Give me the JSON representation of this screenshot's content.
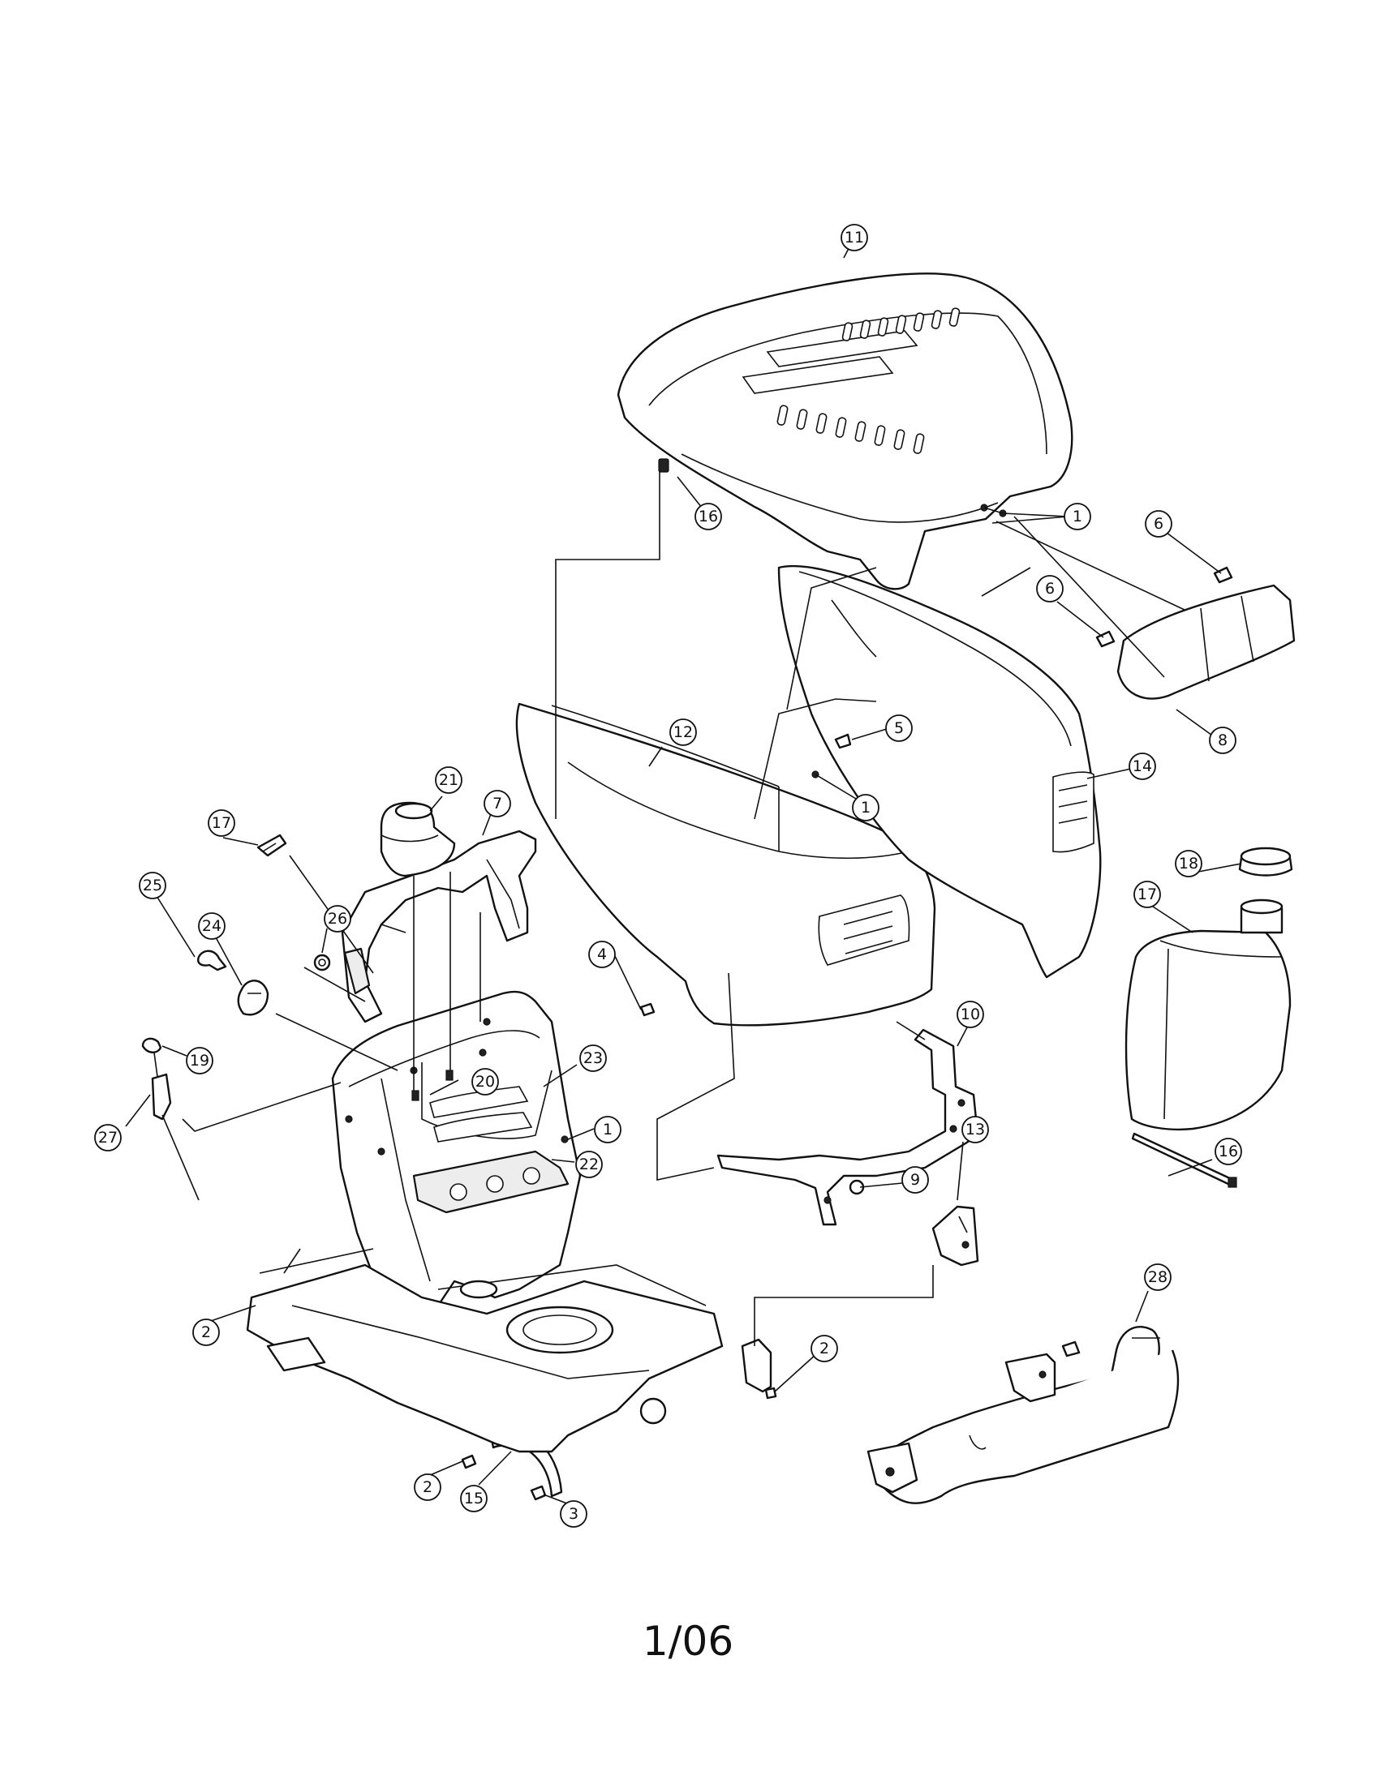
{
  "footer": {
    "code": "1/06"
  },
  "callouts": [
    {
      "id": "c11",
      "label": "11"
    },
    {
      "id": "c16a",
      "label": "16"
    },
    {
      "id": "c1a",
      "label": "1"
    },
    {
      "id": "c6a",
      "label": "6"
    },
    {
      "id": "c6b",
      "label": "6"
    },
    {
      "id": "c8",
      "label": "8"
    },
    {
      "id": "c12",
      "label": "12"
    },
    {
      "id": "c5",
      "label": "5"
    },
    {
      "id": "c1b",
      "label": "1"
    },
    {
      "id": "c14",
      "label": "14"
    },
    {
      "id": "c21",
      "label": "21"
    },
    {
      "id": "c7",
      "label": "7"
    },
    {
      "id": "c17a",
      "label": "17"
    },
    {
      "id": "c26",
      "label": "26"
    },
    {
      "id": "c25",
      "label": "25"
    },
    {
      "id": "c24",
      "label": "24"
    },
    {
      "id": "c4",
      "label": "4"
    },
    {
      "id": "c18",
      "label": "18"
    },
    {
      "id": "c17b",
      "label": "17"
    },
    {
      "id": "c19",
      "label": "19"
    },
    {
      "id": "c20",
      "label": "20"
    },
    {
      "id": "c23",
      "label": "23"
    },
    {
      "id": "c10",
      "label": "10"
    },
    {
      "id": "c27",
      "label": "27"
    },
    {
      "id": "c1c",
      "label": "1"
    },
    {
      "id": "c16b",
      "label": "16"
    },
    {
      "id": "c22",
      "label": "22"
    },
    {
      "id": "c13",
      "label": "13"
    },
    {
      "id": "c9",
      "label": "9"
    },
    {
      "id": "c28",
      "label": "28"
    },
    {
      "id": "c2a",
      "label": "2"
    },
    {
      "id": "c2b",
      "label": "2"
    },
    {
      "id": "c2c",
      "label": "2"
    },
    {
      "id": "c15",
      "label": "15"
    },
    {
      "id": "c3",
      "label": "3"
    }
  ]
}
